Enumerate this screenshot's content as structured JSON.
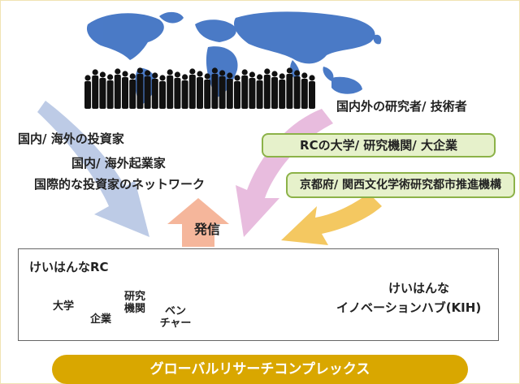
{
  "colors": {
    "arrow_blue": "#b6c5e3",
    "arrow_pink": "#e5b5da",
    "arrow_orange": "#f3c558",
    "arrow_up": "#f5b69b",
    "map": "#3b6fc2",
    "green_box_fill": "#e6f1cb",
    "green_box_border": "#8cb248",
    "bottom_bar": "#d9a700"
  },
  "investors": {
    "line1": "国内/ 海外の投資家",
    "line2": "国内/ 海外起業家",
    "line3": "国際的な投資家のネットワーク"
  },
  "researchers": {
    "heading": "国内外の研究者/ 技術者",
    "box1": "RCの大学/ 研究機関/ 大企業",
    "box2": "京都府/ 関西文化学術研究都市推進機構"
  },
  "send_label": "発信",
  "hub": {
    "title": "けいはんなRC",
    "right_line1": "けいはんな",
    "right_line2": "イノベーションハブ(KIH)",
    "hexes": [
      {
        "label": "大学"
      },
      {
        "label": "企業"
      },
      {
        "label": "研究\n機関"
      },
      {
        "label": "ベン\nチャー"
      }
    ]
  },
  "bottom_label": "グローバルリサーチコンプレックス"
}
